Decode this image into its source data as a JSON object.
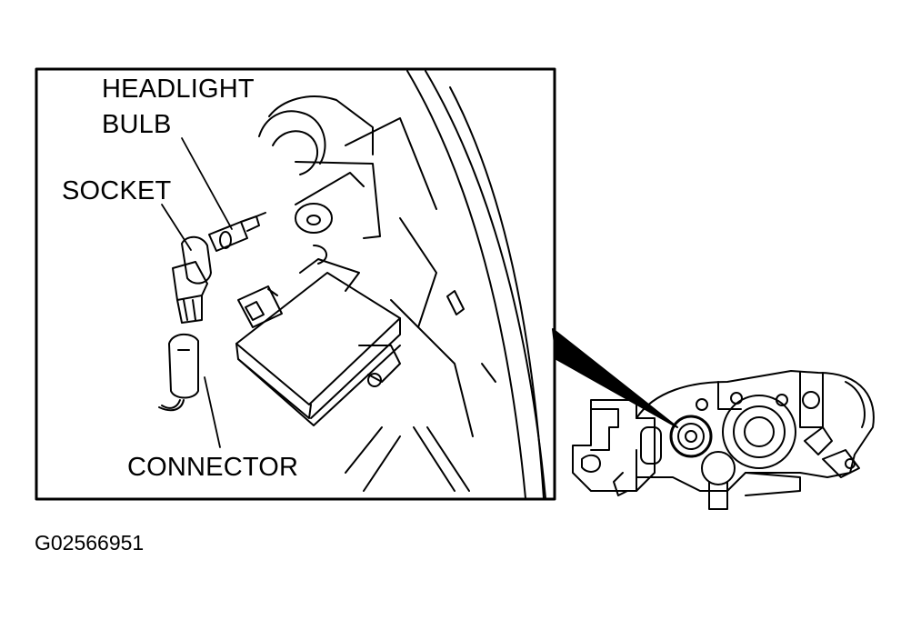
{
  "labels": {
    "headlight_bulb_line1": "HEADLIGHT",
    "headlight_bulb_line2": "BULB",
    "socket": "SOCKET",
    "connector": "CONNECTOR"
  },
  "figure_id": "G02566951",
  "colors": {
    "ink": "#000000",
    "paper": "#ffffff"
  }
}
